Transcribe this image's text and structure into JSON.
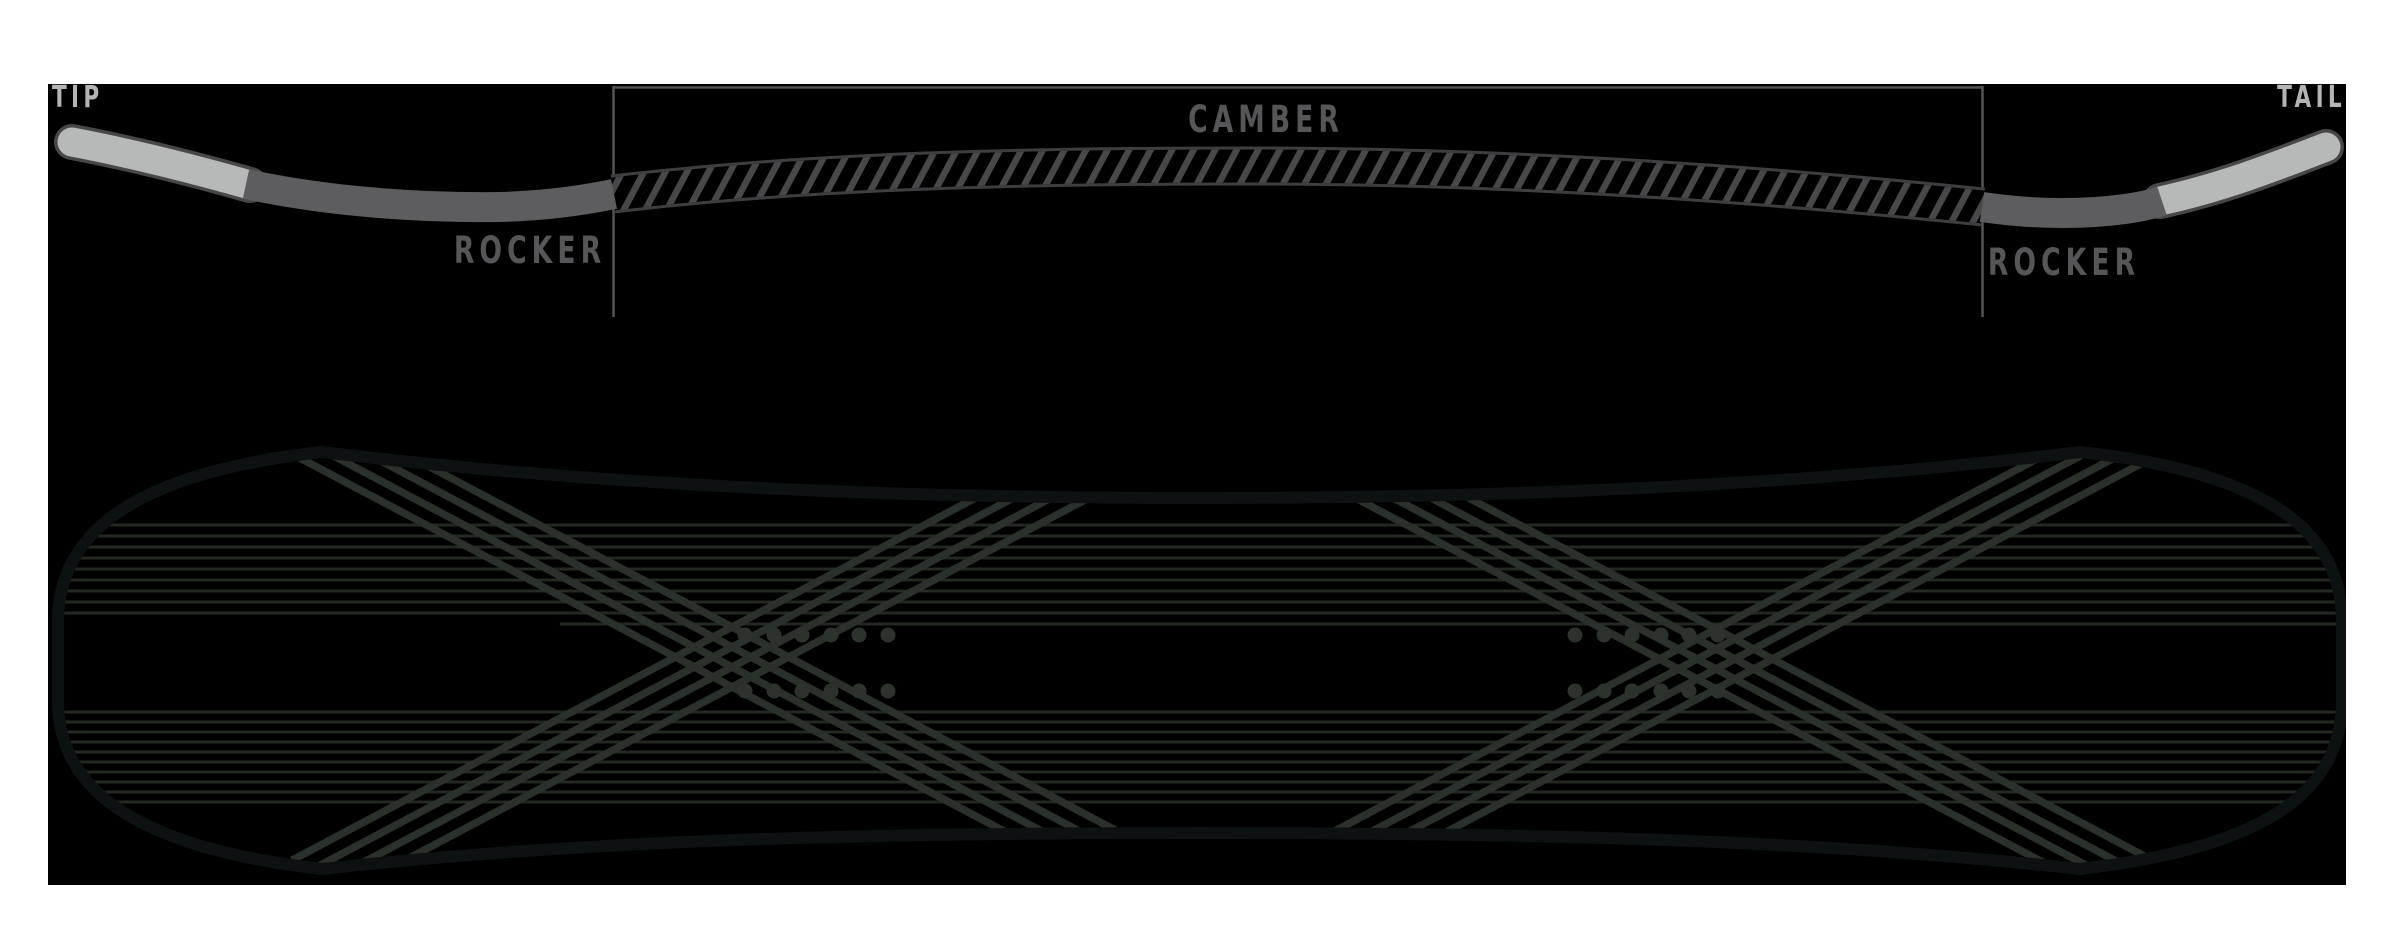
{
  "diagram": {
    "type": "snowboard-camber-rocker-profile",
    "labels": {
      "tip": "TIP",
      "tail": "TAIL",
      "camber": "CAMBER",
      "rocker_left": "ROCKER",
      "rocker_right": "ROCKER"
    },
    "profile_sections": [
      "tip",
      "rocker",
      "camber",
      "rocker",
      "tail"
    ],
    "colors": {
      "page_background": "#ffffff",
      "canvas_background": "#000000",
      "tip_tail_highlight": "#b6b9b8",
      "tip_tail_label": "#b2b5b4",
      "rocker_band": "#5d5d60",
      "section_label": "#565659",
      "camber_outline": "#3e3e41",
      "camber_hatch": "#48484b",
      "bracket_line": "#525456",
      "board_edge": "#0c1112",
      "board_stripe": "#222921",
      "board_cross_band": "#2a312a",
      "insert_dot": "#2b332c"
    },
    "board_top_view": {
      "stripe_rows_upper": 10,
      "stripe_rows_lower": 10,
      "cross_patterns": 2,
      "lines_per_cross_band": 4,
      "insert_clusters": 2,
      "insert_dots_per_cluster": 12,
      "insert_rows": 2,
      "insert_columns": 6
    }
  }
}
